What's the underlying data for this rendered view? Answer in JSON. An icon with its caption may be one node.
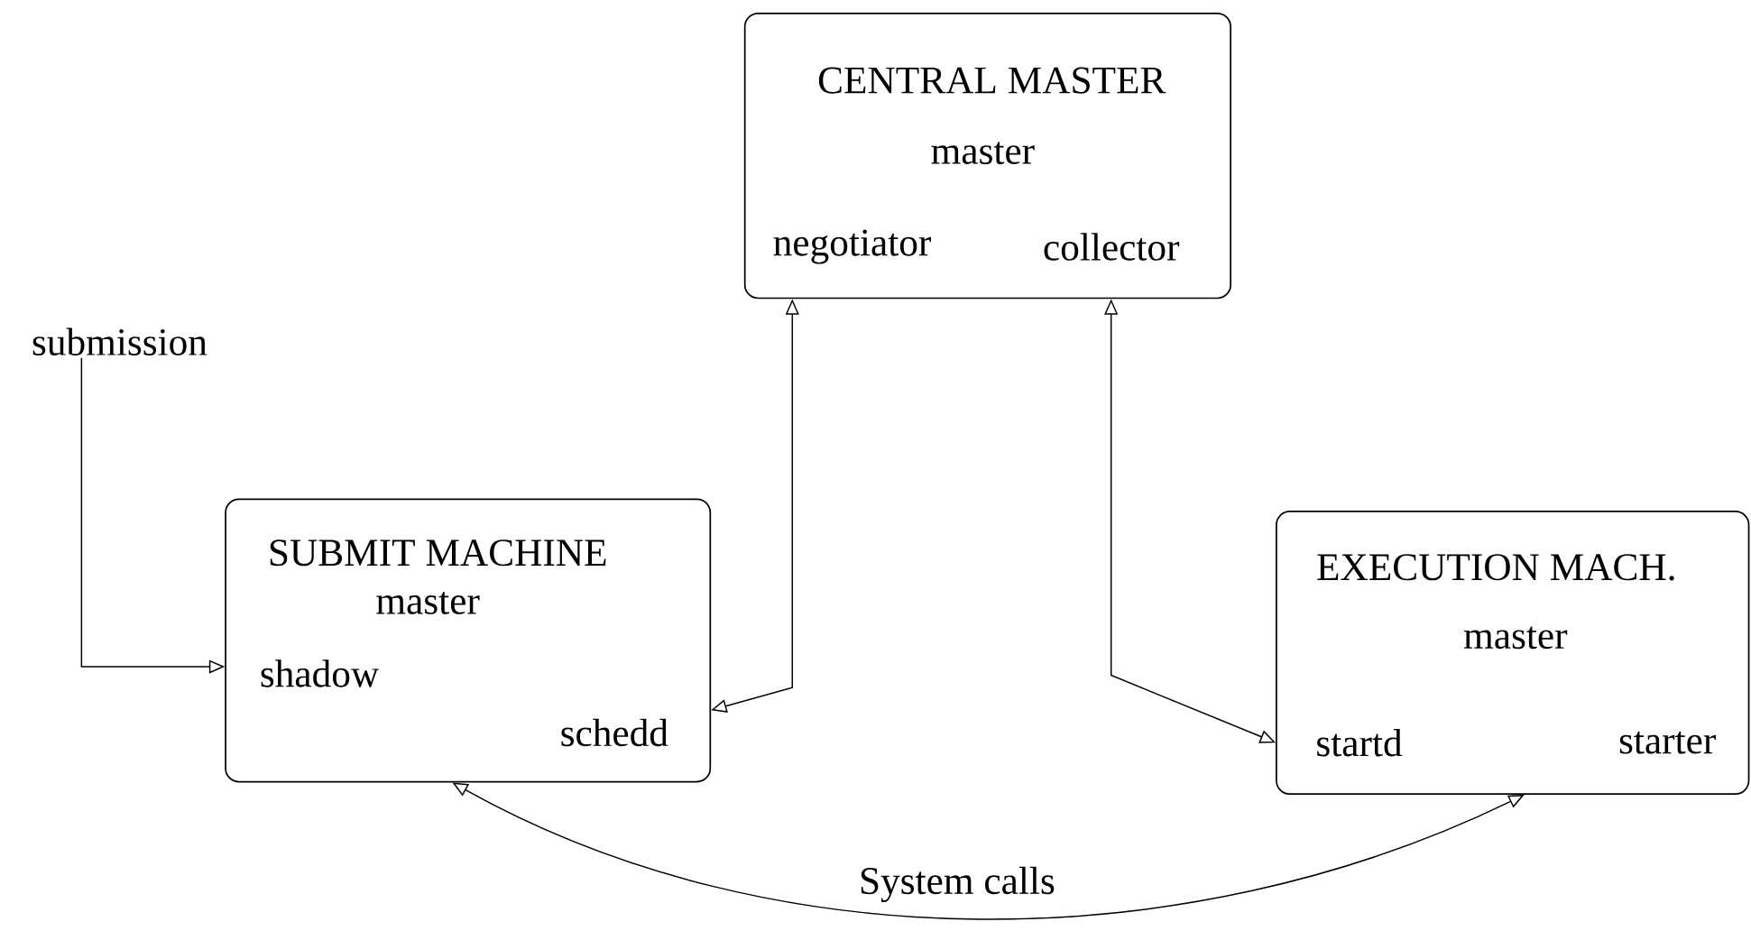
{
  "diagram": {
    "nodes": [
      {
        "text": [
          "CENTRAL MASTER",
          "master",
          "negotiator",
          "collector"
        ]
      },
      {
        "text": [
          "SUBMIT MACHINE",
          "master",
          "shadow",
          "schedd"
        ]
      },
      {
        "text": [
          "EXECUTION MACH.",
          "master",
          "startd",
          "starter"
        ]
      },
      {
        "text": [
          "submission"
        ]
      }
    ],
    "edges": [
      {
        "from": 3,
        "to": 1,
        "arrow": "to"
      },
      {
        "from": 0,
        "to": 1,
        "arrow": "both"
      },
      {
        "from": 0,
        "to": 2,
        "arrow": "both"
      },
      {
        "from": 1,
        "to": 2,
        "arrow": "both",
        "label": "System calls"
      }
    ]
  }
}
